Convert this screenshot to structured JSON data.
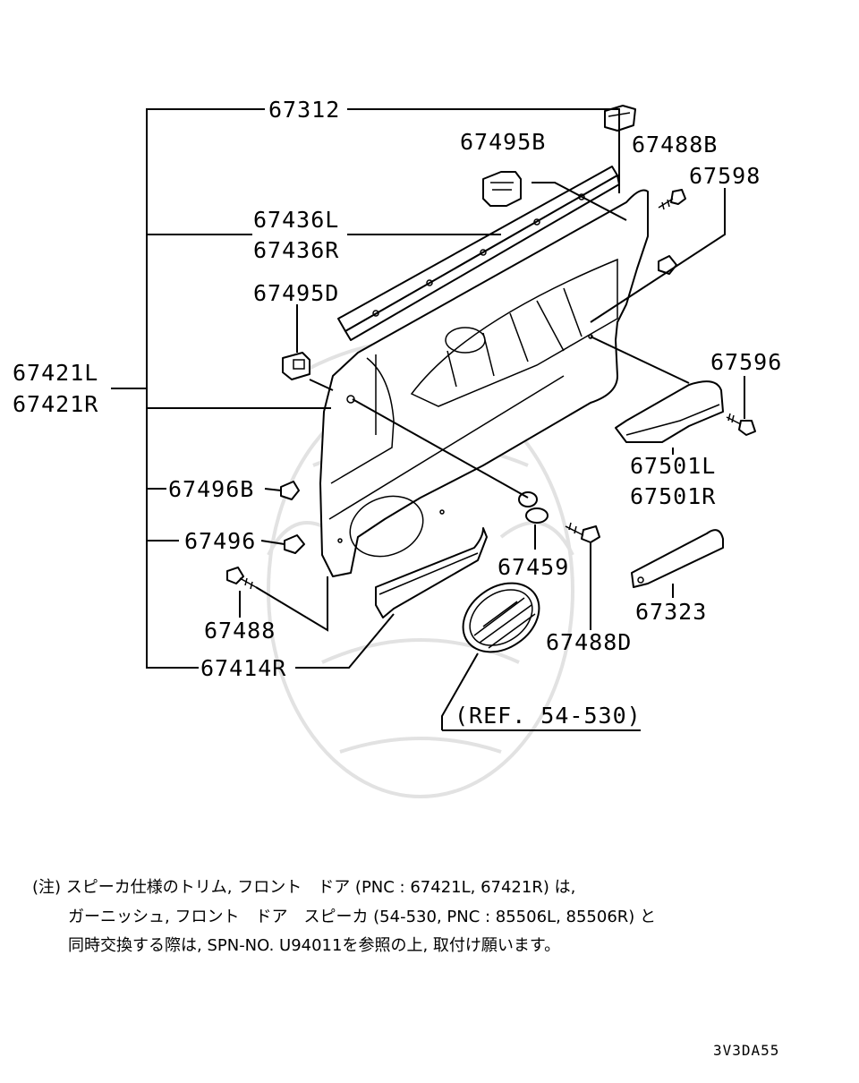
{
  "labels": {
    "p67312": "67312",
    "p67495B": "67495B",
    "p67488B": "67488B",
    "p67598": "67598",
    "p67436L": "67436L",
    "p67436R": "67436R",
    "p67495D": "67495D",
    "p67421L": "67421L",
    "p67421R": "67421R",
    "p67596": "67596",
    "p67501L": "67501L",
    "p67501R": "67501R",
    "p67496B": "67496B",
    "p67496": "67496",
    "p67459": "67459",
    "p67488D": "67488D",
    "p67323": "67323",
    "p67488": "67488",
    "p67414R": "67414R",
    "ref": "(REF. 54-530)"
  },
  "note": {
    "line1": "(注) スピーカ仕様のトリム, フロント　ドア (PNC : 67421L, 67421R) は,",
    "line2": "ガーニッシュ, フロント　ドア　スピーカ (54-530, PNC : 85506L, 85506R) と",
    "line3": "同時交換する際は, SPN-NO. U94011を参照の上, 取付け願います。"
  },
  "diagram_code": "3V3DA55"
}
